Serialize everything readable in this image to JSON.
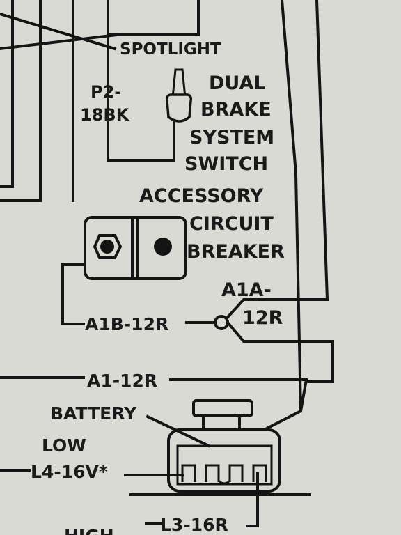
{
  "labels": {
    "spotlight": "SPOTLIGHT",
    "p2": "P2-",
    "p2_gauge": "18BK",
    "dual": "DUAL",
    "brake": "BRAKE",
    "system": "SYSTEM",
    "switch": "SWITCH",
    "accessory": "ACCESSORY",
    "circuit": "CIRCUIT",
    "breaker": "BREAKER",
    "a1a": "A1A-",
    "a1a_gauge": "12R",
    "a1b": "A1B-12R",
    "a1": "A1-12R",
    "battery": "BATTERY",
    "low": "LOW",
    "l4": "L4-16V*",
    "high": "HIGH",
    "l3": "L3-16R"
  },
  "colors": {
    "paper": "#d9dad3",
    "ink": "#141414"
  }
}
